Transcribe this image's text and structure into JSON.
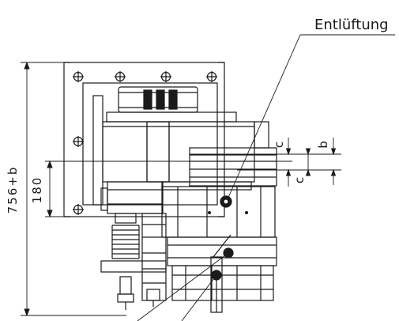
{
  "labels": {
    "vent": "Entlüftung",
    "overall_height": "756+b",
    "offset": "180",
    "dim_c_top": "c",
    "dim_c_bottom": "c",
    "dim_b": "b"
  },
  "colors": {
    "line": "#1a1a1a",
    "hatch": "#555555",
    "background": "#ffffff"
  }
}
